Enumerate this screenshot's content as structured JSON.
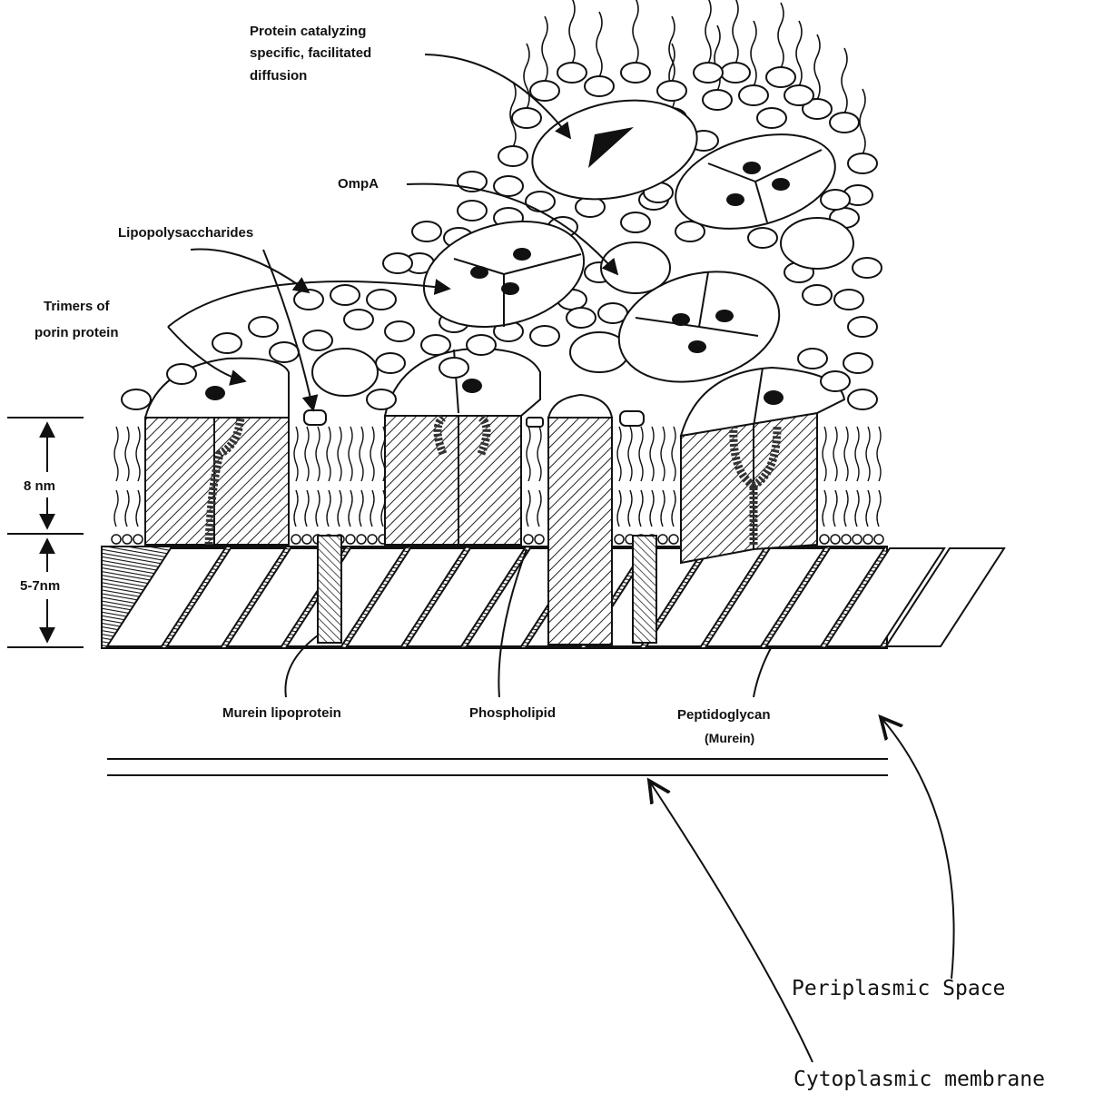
{
  "labels": {
    "protein_facilitated": [
      "Protein catalyzing",
      "specific, facilitated",
      "diffusion"
    ],
    "ompa": "OmpA",
    "lipopolysaccharides": "Lipopolysaccharides",
    "porin_trimers": [
      "Trimers of",
      "porin protein"
    ],
    "murein_lipoprotein": "Murein lipoprotein",
    "phospholipid": "Phospholipid",
    "peptidoglycan": [
      "Peptidoglycan",
      "(Murein)"
    ],
    "periplasmic_space": "Periplasmic Space",
    "cytoplasmic_membrane": "Cytoplasmic membrane"
  },
  "dimensions": {
    "outer_membrane": "8 nm",
    "peptidoglycan_layer": "5-7nm"
  },
  "colors": {
    "ink": "#111111",
    "paper": "#ffffff"
  }
}
